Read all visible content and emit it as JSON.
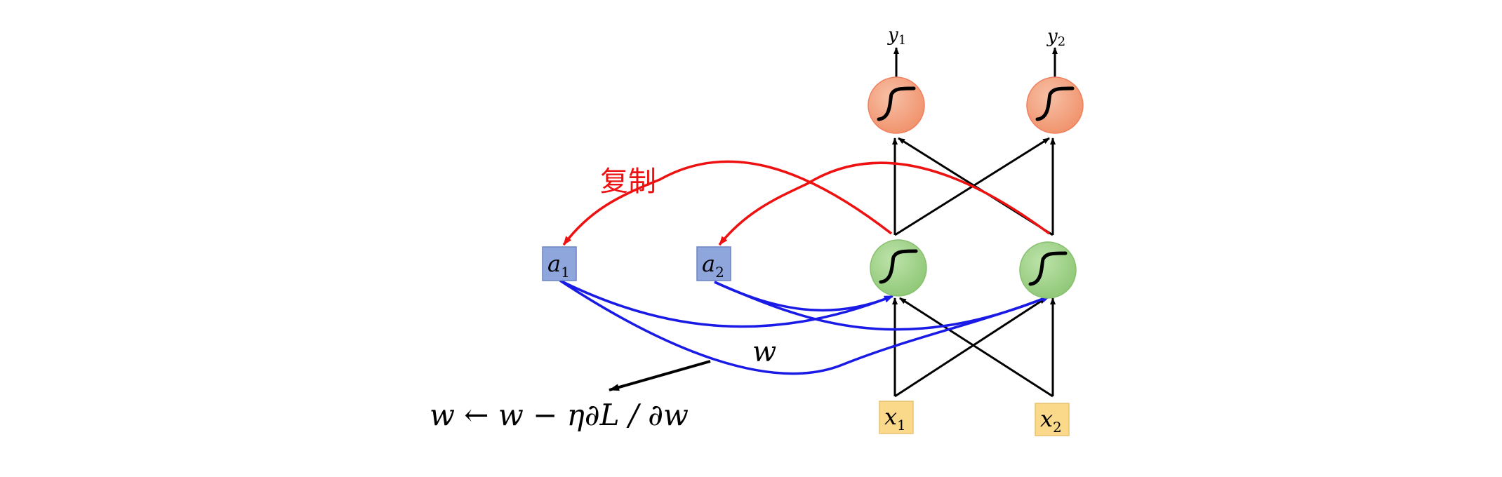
{
  "colors": {
    "output_node": "#f2a07e",
    "hidden_node": "#9fcf88",
    "context_box": "#8fa6dc",
    "input_box": "#fbd98a",
    "copy_arrow": "#ee1111",
    "recurrent_arrow": "#1a1ae6",
    "connection": "#000000"
  },
  "outputs": [
    {
      "symbol": "y",
      "sub": "1"
    },
    {
      "symbol": "y",
      "sub": "2"
    }
  ],
  "context_units": [
    {
      "symbol": "a",
      "sub": "1"
    },
    {
      "symbol": "a",
      "sub": "2"
    }
  ],
  "inputs": [
    {
      "symbol": "x",
      "sub": "1"
    },
    {
      "symbol": "x",
      "sub": "2"
    }
  ],
  "copy_label": "复制",
  "weight_label": "w",
  "update_rule": "w ← w − η∂L / ∂w",
  "node_icon": "sigmoid-icon"
}
